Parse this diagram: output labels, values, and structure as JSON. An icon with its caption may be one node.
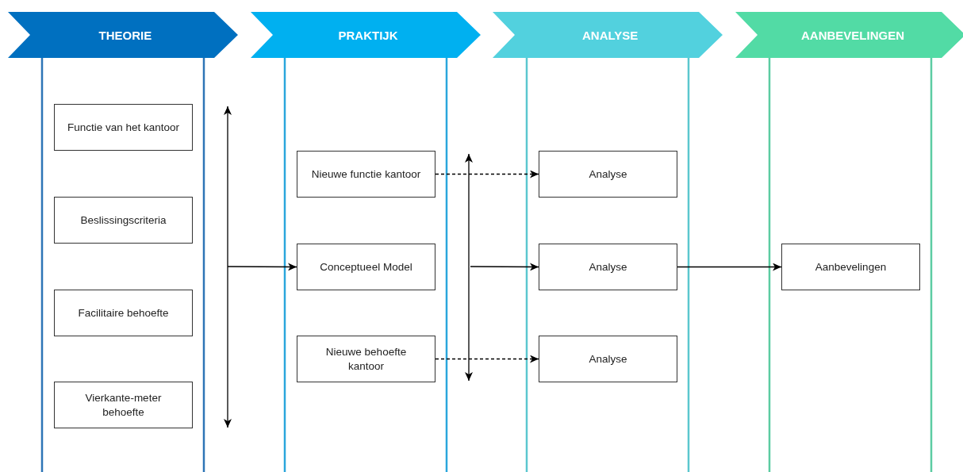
{
  "diagram": {
    "nodes": [
      {
        "text": [
          "THEORIE"
        ]
      },
      {
        "text": [
          "Functie van het kantoor"
        ],
        "in": 0
      },
      {
        "text": [
          "Beslissingscriteria"
        ],
        "in": 0
      },
      {
        "text": [
          "Facilitaire behoefte"
        ],
        "in": 0
      },
      {
        "text": [
          "Vierkante-meter behoefte"
        ],
        "in": 0
      },
      {
        "text": [
          "PRAKTIJK"
        ]
      },
      {
        "text": [
          "Nieuwe functie kantoor"
        ],
        "in": 5
      },
      {
        "text": [
          "Conceptueel Model"
        ],
        "in": 5
      },
      {
        "text": [
          "Nieuwe behoefte kantoor"
        ],
        "in": 5
      },
      {
        "text": [
          "ANALYSE"
        ]
      },
      {
        "text": [
          "Analyse"
        ],
        "in": 9
      },
      {
        "text": [
          "Analyse"
        ],
        "in": 9
      },
      {
        "text": [
          "Analyse"
        ],
        "in": 9
      },
      {
        "text": [
          "AANBEVELINGEN"
        ]
      },
      {
        "text": [
          "Aanbevelingen"
        ],
        "in": 13
      }
    ],
    "edges": [
      {
        "from": 0,
        "to": 7,
        "arrow": "to"
      },
      {
        "from": 6,
        "to": 10,
        "arrow": "to",
        "style": "dashed"
      },
      {
        "from": 5,
        "to": 11,
        "arrow": "to"
      },
      {
        "from": 8,
        "to": 12,
        "arrow": "to",
        "style": "dashed"
      },
      {
        "from": 11,
        "to": 14,
        "arrow": "to"
      }
    ]
  }
}
